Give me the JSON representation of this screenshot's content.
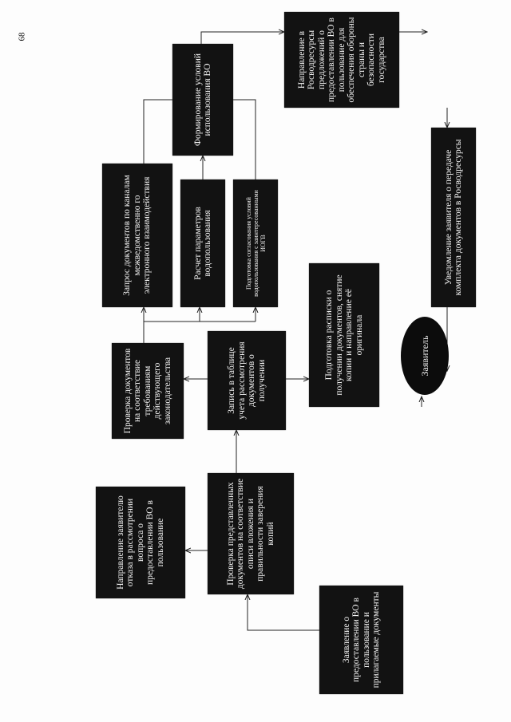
{
  "page_number": "68",
  "nodes": {
    "application": "Заявление о предоставлении ВО в пользование и прилагаемые документы",
    "check_inventory": "Проверка представленных документов на соответствие описи вложения и правильности заверения копий",
    "refusal": "Направление заявителю отказа в рассмотрении вопроса о предоставлении ВО в пользование",
    "registry_entry": "Запись в таблице учета рассмотрения документов о получении",
    "check_legislation": "Проверка документов на соответствие требованиям действующего законодательства",
    "receipt": "Подготовка расписки о получении документов, снятие копии и направление её оригинала",
    "applicant": "Заявитель",
    "request_docs": "Запрос документов по каналам межведомственно го электронного взаимодействия",
    "calc_params": "Расчет параметров водопользования",
    "coordination": "Подготовка согласования условий водопользования с заинтересованными ИОГВ",
    "conditions": "Формирование условий использования ВО",
    "send_rosvodresursy": "Направление в Росводресурсы предложений о предоставлении ВО в пользование для обеспечения обороны страны и безопасности государства",
    "notify_applicant": "Уведомление заявителя о передаче комплекта документов в Росводресурсы"
  }
}
